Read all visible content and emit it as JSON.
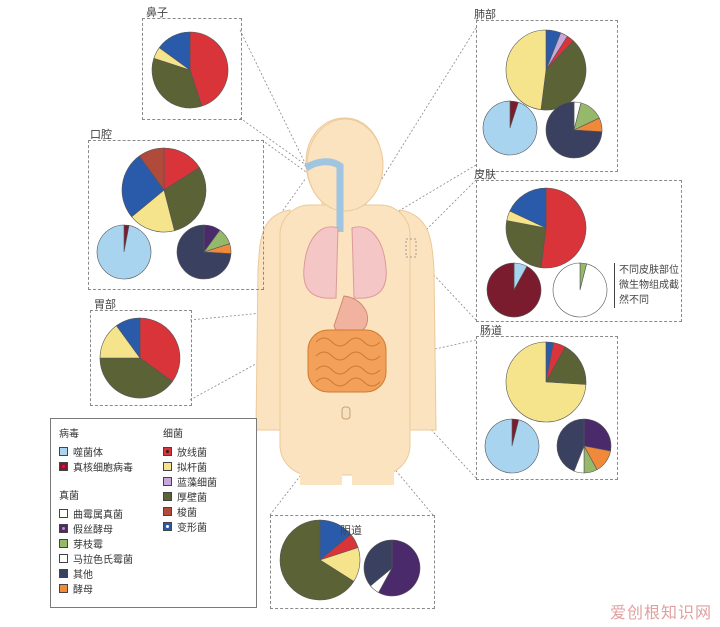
{
  "labels": {
    "nose": "鼻子",
    "mouth": "口腔",
    "lung": "肺部",
    "skin": "皮肤",
    "stomach": "胃部",
    "gut": "肠道",
    "vagina": "阴道"
  },
  "skin_note": "不同皮肤部位微生物组成截然不同",
  "legend": {
    "virus_title": "病毒",
    "virus_items": [
      {
        "label": "噬菌体",
        "color": "#a8d4ef"
      },
      {
        "label": "真核细胞病毒",
        "color": "#7a1b2e"
      }
    ],
    "fungi_title": "真菌",
    "fungi_items": [
      {
        "label": "曲霉属真菌",
        "color": "#ffffff"
      },
      {
        "label": "假丝酵母",
        "color": "#4a2a6a"
      },
      {
        "label": "芽枝霉",
        "color": "#95b86a"
      },
      {
        "label": "马拉色氏霉菌",
        "color": "#ffffff"
      },
      {
        "label": "其他",
        "color": "#3a4060"
      },
      {
        "label": "酵母",
        "color": "#f08a3a"
      }
    ],
    "bacteria_title": "细菌",
    "bacteria_items": [
      {
        "label": "放线菌",
        "color": "#d8343a"
      },
      {
        "label": "拟杆菌",
        "color": "#f5e48c"
      },
      {
        "label": "蓝藻细菌",
        "color": "#c8a8d8"
      },
      {
        "label": "厚壁菌",
        "color": "#5a6236"
      },
      {
        "label": "梭菌",
        "color": "#b04a3a"
      },
      {
        "label": "变形菌",
        "color": "#2a5aaa"
      }
    ]
  },
  "colors": {
    "actinobacteria": "#d8343a",
    "bacteroidetes": "#f5e48c",
    "cyanobacteria": "#c8a8d8",
    "firmicutes": "#5a6236",
    "fusobacteria": "#b04a3a",
    "proteobacteria": "#2a5aaa",
    "phage": "#a8d4ef",
    "eukaryotic_virus": "#7a1b2e",
    "aspergillus": "#ffffff",
    "candida": "#4a2a6a",
    "cladosporium": "#95b86a",
    "malassezia": "#ffffff",
    "fungi_other": "#3a4060",
    "yeast": "#f08a3a",
    "body_skin": "#fbe3bf",
    "lung": "#f4c6c6",
    "intestine": "#f2a05a",
    "airway": "#9fc5e0"
  },
  "watermark": "爱创根知识网"
}
